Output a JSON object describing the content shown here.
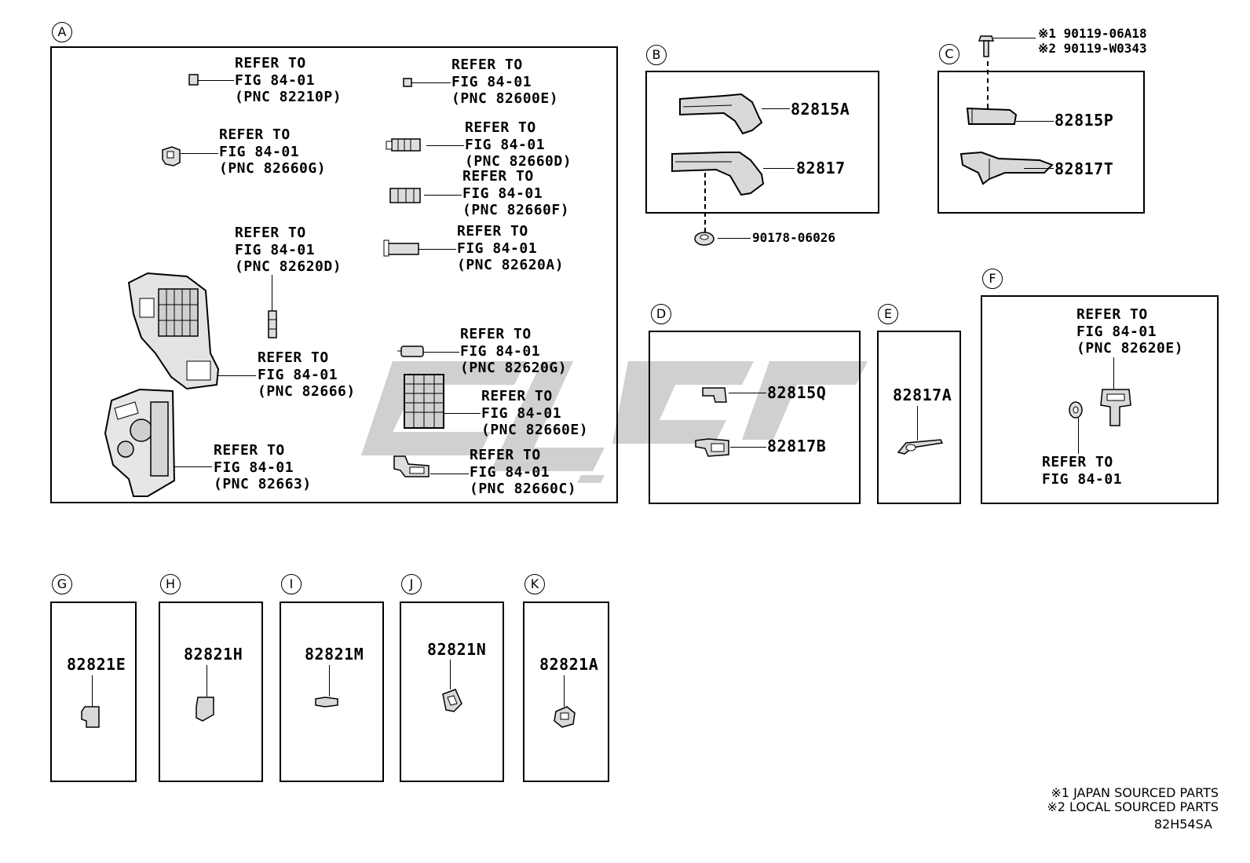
{
  "sections": {
    "A": {
      "letter": "A",
      "refs": [
        {
          "line1": "REFER TO",
          "line2": "FIG 84-01",
          "line3": "(PNC 82210P)"
        },
        {
          "line1": "REFER TO",
          "line2": "FIG 84-01",
          "line3": "(PNC 82600E)"
        },
        {
          "line1": "REFER TO",
          "line2": "FIG 84-01",
          "line3": "(PNC 82660G)"
        },
        {
          "line1": "REFER TO",
          "line2": "FIG 84-01",
          "line3": "(PNC 82660D)"
        },
        {
          "line1": "REFER TO",
          "line2": "FIG 84-01",
          "line3": "(PNC 82660F)"
        },
        {
          "line1": "REFER TO",
          "line2": "FIG 84-01",
          "line3": "(PNC 82620D)"
        },
        {
          "line1": "REFER TO",
          "line2": "FIG 84-01",
          "line3": "(PNC 82620A)"
        },
        {
          "line1": "REFER TO",
          "line2": "FIG 84-01",
          "line3": "(PNC 82666)"
        },
        {
          "line1": "REFER TO",
          "line2": "FIG 84-01",
          "line3": "(PNC 82620G)"
        },
        {
          "line1": "REFER TO",
          "line2": "FIG 84-01",
          "line3": "(PNC 82660E)"
        },
        {
          "line1": "REFER TO",
          "line2": "FIG 84-01",
          "line3": "(PNC 82663)"
        },
        {
          "line1": "REFER TO",
          "line2": "FIG 84-01",
          "line3": "(PNC 82660C)"
        }
      ]
    },
    "B": {
      "letter": "B",
      "part1": "82815A",
      "part2": "82817",
      "clip": "90178-06026"
    },
    "C": {
      "letter": "C",
      "bolt1": "※1 90119-06A18",
      "bolt2": "※2 90119-W0343",
      "part1": "82815P",
      "part2": "82817T"
    },
    "D": {
      "letter": "D",
      "part1": "82815Q",
      "part2": "82817B"
    },
    "E": {
      "letter": "E",
      "part1": "82817A"
    },
    "F": {
      "letter": "F",
      "ref1": {
        "line1": "REFER TO",
        "line2": "FIG 84-01",
        "line3": "(PNC 82620E)"
      },
      "ref2": {
        "line1": "REFER TO",
        "line2": "FIG 84-01"
      }
    },
    "G": {
      "letter": "G",
      "part": "82821E"
    },
    "H": {
      "letter": "H",
      "part": "82821H"
    },
    "I": {
      "letter": "I",
      "part": "82821M"
    },
    "J": {
      "letter": "J",
      "part": "82821N"
    },
    "K": {
      "letter": "K",
      "part": "82821A"
    }
  },
  "notes": {
    "note1": "※1 JAPAN SOURCED PARTS",
    "note2": "※2 LOCAL SOURCED PARTS",
    "code": "82H54SA"
  },
  "colors": {
    "ink": "#000000",
    "watermark": "#c8c8c8",
    "part_fill": "#d9d9d9"
  }
}
